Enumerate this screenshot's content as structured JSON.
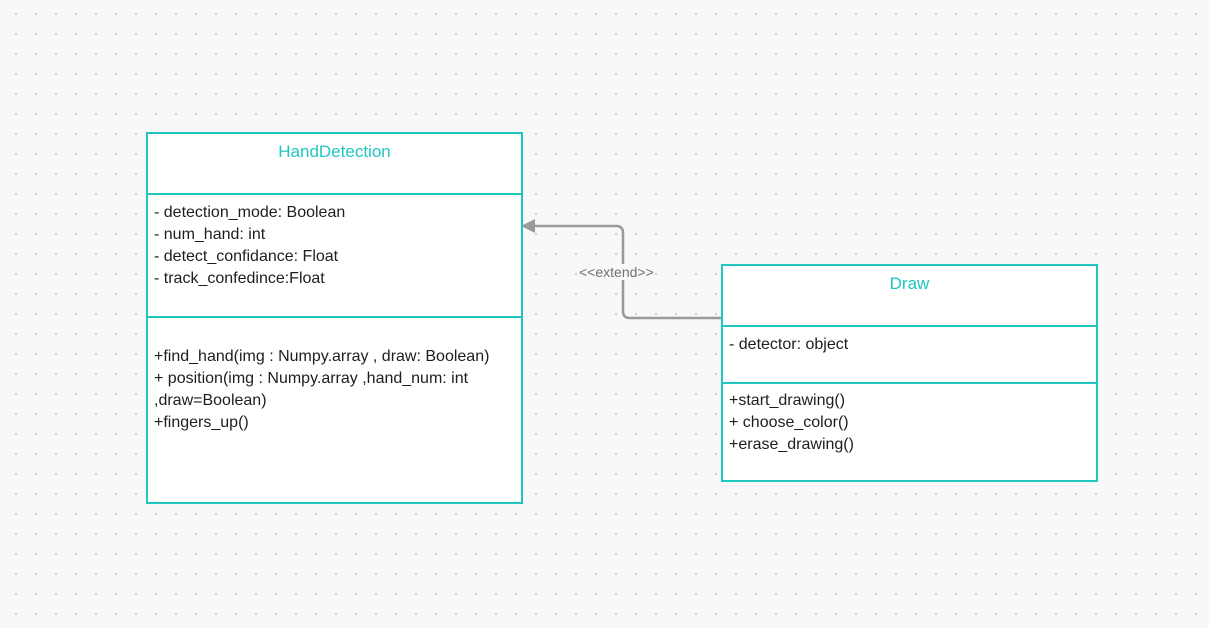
{
  "diagram": {
    "classes": [
      {
        "id": "hand",
        "name": "HandDetection",
        "attributes": [
          "- detection_mode: Boolean",
          "- num_hand: int",
          "- detect_confidance: Float",
          "- track_confedince:Float"
        ],
        "methods": [
          "+find_hand(img : Numpy.array , draw: Boolean)",
          "+ position(img : Numpy.array ,hand_num: int ,draw=Boolean)",
          "+fingers_up()"
        ]
      },
      {
        "id": "draw",
        "name": "Draw",
        "attributes": [
          "- detector: object"
        ],
        "methods": [
          "+start_drawing()",
          "+ choose_color()",
          "+erase_drawing()"
        ]
      }
    ],
    "relationship": {
      "from": "Draw",
      "to": "HandDetection",
      "label": "<<extend>>"
    }
  },
  "colors": {
    "class_border": "#1fc6c0",
    "class_title": "#1fc6c0",
    "connector": "#9a9a9a",
    "label": "#707070"
  }
}
